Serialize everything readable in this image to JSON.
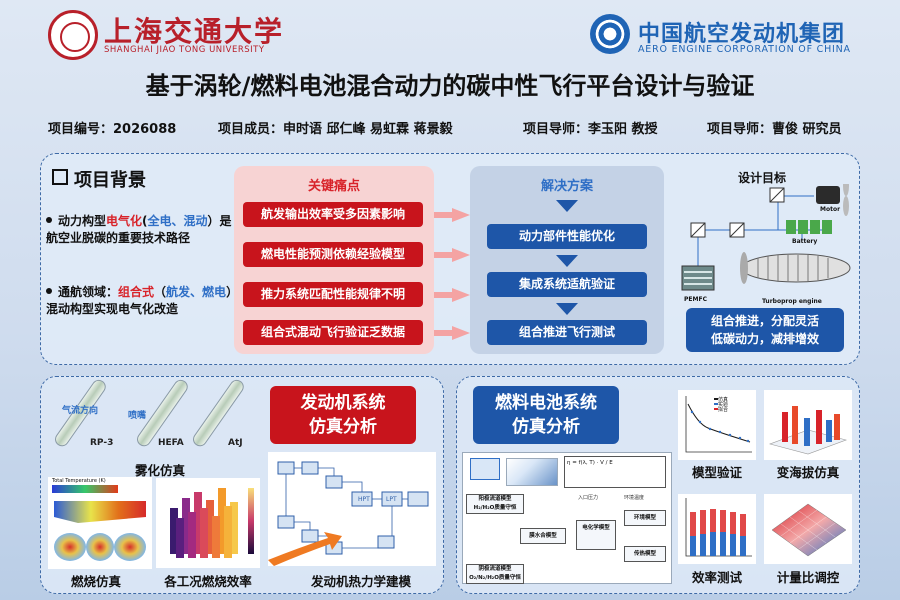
{
  "header": {
    "sjtu_name": "上海交通大学",
    "sjtu_en": "SHANGHAI JIAO TONG UNIVERSITY",
    "aecc_name": "中国航空发动机集团",
    "aecc_en": "AERO ENGINE CORPORATION OF CHINA",
    "title": "基于涡轮/燃料电池混合动力的碳中性飞行平台设计与验证"
  },
  "info": {
    "project_no": "项目编号：2026088",
    "members": "项目成员：申时语  邱仁峰  易虹霖  蒋景毅",
    "advisor1": "项目导师：李玉阳  教授",
    "advisor2": "项目导师：曹俊  研究员"
  },
  "background": {
    "title": "项目背景",
    "bullet1": {
      "pre": "动力构型",
      "hl": "电气化",
      "paren_pre": "(",
      "hl2": "全电、混动",
      "post": "）是航空业脱碳的重要技术路径"
    },
    "bullet2": {
      "pre": "通航领域：",
      "hl": "组合式",
      "paren_pre": "（",
      "hl2": "航发、燃电",
      "post": "）混动构型实现电气化改造"
    },
    "pain_title": "关键痛点",
    "pain_items": [
      "航发输出效率受多因素影响",
      "燃电性能预测依赖经验模型",
      "推力系统匹配性能规律不明",
      "组合式混动飞行验证乏数据"
    ],
    "solution_title": "解决方案",
    "solution_items": [
      "动力部件性能优化",
      "集成系统适航验证",
      "组合推进飞行测试"
    ],
    "goal_title": "设计目标",
    "goal_labels": {
      "motor": "Motor",
      "battery": "Battery",
      "pemfc": "PEMFC",
      "turboprop": "Turboprop engine"
    },
    "goal_text1": "组合推进，分配灵活",
    "goal_text2": "低碳动力，减排增效"
  },
  "engine_panel": {
    "banner_line1": "发动机系统",
    "banner_line2": "仿真分析",
    "tube_labels": [
      "RP-3",
      "HEFA",
      "AtJ"
    ],
    "tube_annotations": [
      "气流方向",
      "喷嘴"
    ],
    "caption_atomization": "雾化仿真",
    "caption_combustion": "燃烧仿真",
    "caption_efficiency": "各工况燃烧效率",
    "caption_thermo": "发动机热力学建模",
    "temp_label": "Total Temperature (K)",
    "thermo_blocks": [
      "HPT",
      "LPT"
    ]
  },
  "fuelcell_panel": {
    "banner_line1": "燃料电池系统",
    "banner_line2": "仿真分析",
    "caption_validation": "模型验证",
    "caption_altitude": "变海拔仿真",
    "caption_efficiency": "效率测试",
    "caption_stoich": "计量比调控",
    "diagram_blocks": [
      "阳极流道模型",
      "膜水合模型",
      "阴极流道模型",
      "电化学模型",
      "环境模型",
      "传热模型"
    ],
    "diagram_notes": [
      "H₂/H₂O质量守恒",
      "O₂/N₂/H₂O质量守恒",
      "入口压力",
      "环境温度"
    ],
    "legend": [
      "仿真",
      "实验",
      "拟合"
    ]
  }
}
